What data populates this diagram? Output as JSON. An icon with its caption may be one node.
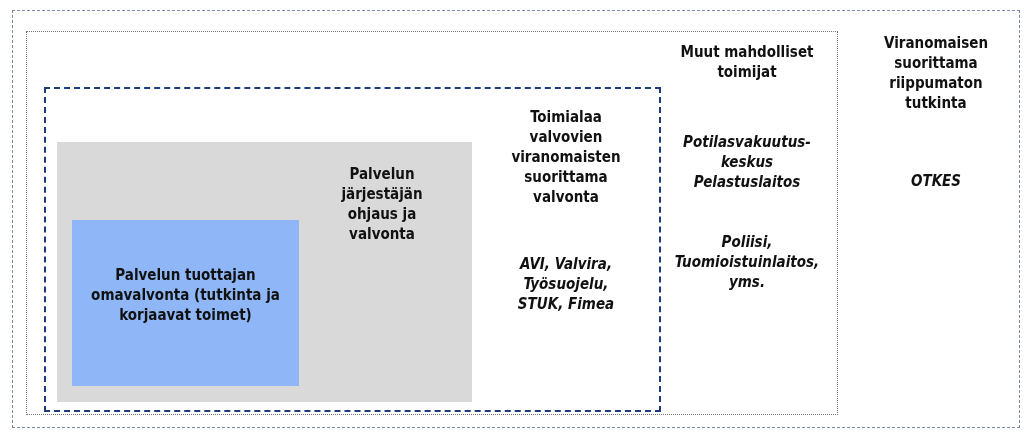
{
  "diagram": {
    "nodes": [
      {
        "text": [
          "Viranomaisen suorittama riippumaton tutkinta",
          "OTKES"
        ]
      },
      {
        "text": [
          "Muut mahdolliset toimijat",
          "Potilasvakuutus-keskus Pelastuslaitos",
          "Poliisi, Tuomioistuinlaitos, yms."
        ],
        "in": 0
      },
      {
        "text": [
          "Toimialaa valvovien viranomaisten suorittama valvonta",
          "AVI, Valvira, Työsuojelu, STUK, Fimea"
        ],
        "in": 1
      },
      {
        "text": [
          "Palvelun järjestäjän ohjaus ja valvonta"
        ],
        "in": 2
      },
      {
        "text": [
          "Palvelun tuottajan omavalvonta (tutkinta ja korjaavat toimet)"
        ],
        "in": 3
      }
    ],
    "edges": []
  }
}
